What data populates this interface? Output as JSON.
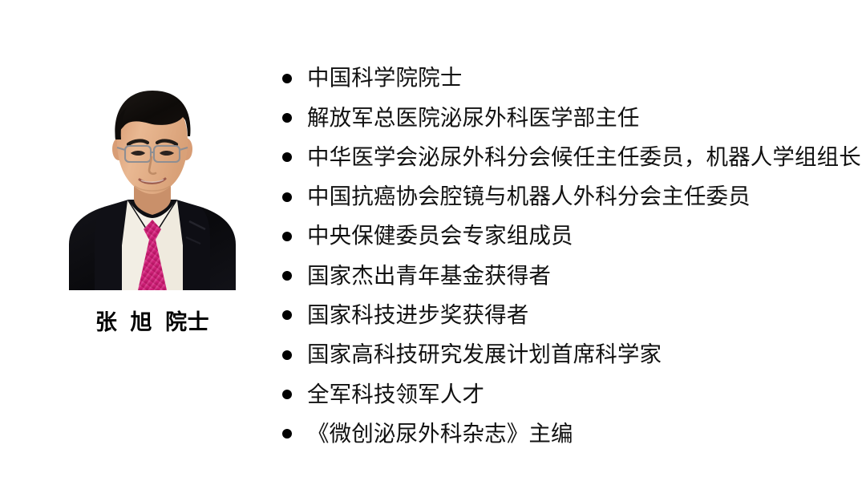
{
  "slide": {
    "background_color": "#ffffff",
    "text_color": "#000000"
  },
  "portrait": {
    "alt_name": "portrait-photo",
    "subject_description": "男性半身证件照，深色短发，细框眼镜，黑色西装，白色衬衫，玫红色领带，白色背景",
    "caption": "张  旭  院士",
    "colors": {
      "suit": "#0d0d10",
      "shirt": "#f3efe6",
      "tie": "#d4247c",
      "tie_shadow": "#a9175f",
      "skin": "#e8b590",
      "skin_shadow": "#c9906a",
      "hair": "#13100e",
      "glasses": "#8e8e92"
    }
  },
  "credentials": {
    "bullet_glyph": "●",
    "items": [
      "中国科学院院士",
      "解放军总医院泌尿外科医学部主任",
      "中华医学会泌尿外科分会候任主任委员，机器人学组组长",
      "中国抗癌协会腔镜与机器人外科分会主任委员",
      "中央保健委员会专家组成员",
      "国家杰出青年基金获得者",
      "国家科技进步奖获得者",
      "国家高科技研究发展计划首席科学家",
      "全军科技领军人才",
      "《微创泌尿外科杂志》主编"
    ]
  }
}
